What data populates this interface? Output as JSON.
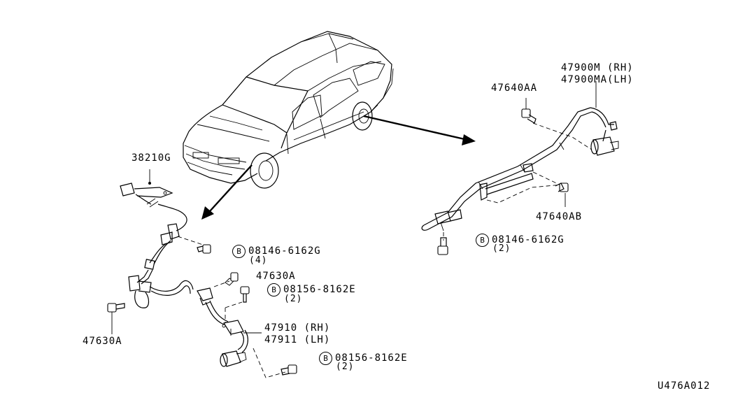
{
  "labels": {
    "p38210g": "38210G",
    "p08146_front": "08146-6162G",
    "p08146_front_qty": "(4)",
    "p47630a_top": "47630A",
    "p08156_mid": "08156-8162E",
    "p08156_mid_qty": "(2)",
    "p47630a_left": "47630A",
    "p47910": "47910 (RH)",
    "p47911": "47911 (LH)",
    "p08156_bot": "08156-8162E",
    "p08156_bot_qty": "(2)",
    "p47640aa": "47640AA",
    "p47900m": "47900M (RH)",
    "p47900ma": "47900MA(LH)",
    "p47640ab": "47640AB",
    "p08146_rear": "08146-6162G",
    "p08146_rear_qty": "(2)",
    "bolt_mark": "B",
    "diagram_code": "U476A012"
  }
}
